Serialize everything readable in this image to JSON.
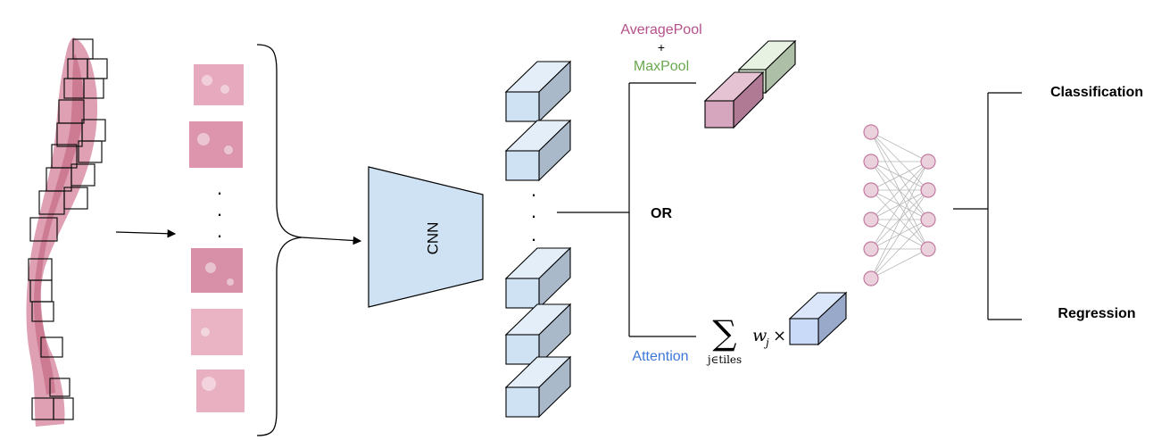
{
  "pooling": {
    "average_label": "AveragePool",
    "plus_label": "+",
    "max_label": "MaxPool",
    "average_color": "#b5508a",
    "max_color": "#6aa84f"
  },
  "cnn": {
    "label": "CNN"
  },
  "or_label": "OR",
  "attention": {
    "label": "Attention",
    "color": "#3c78d8",
    "sum_symbol": "∑",
    "sum_subscript": "j∈tiles",
    "weight_label": "w",
    "weight_subscript": "j",
    "times_symbol": "×"
  },
  "outputs": {
    "classification": "Classification",
    "regression": "Regression"
  },
  "ellipsis": {
    "tile_dots": ".",
    "feature_dots": "."
  },
  "colors": {
    "feature_front": "#cfe2f3",
    "feature_top": "#e3eef9",
    "feature_side": "#aab9c9",
    "cnn_fill": "#cfe2f3",
    "pool_avg_front": "#d5a6bd",
    "pool_avg_side": "#b07a95",
    "pool_max_front": "#d9ead3",
    "pool_max_side": "#aebfa7",
    "attn_front": "#c9daf8",
    "attn_side": "#98a9c9",
    "node_fill": "#ead1dc",
    "node_stroke": "#c27ba0",
    "tissue": "#d98fa6",
    "tissue_dark": "#c46a86"
  }
}
